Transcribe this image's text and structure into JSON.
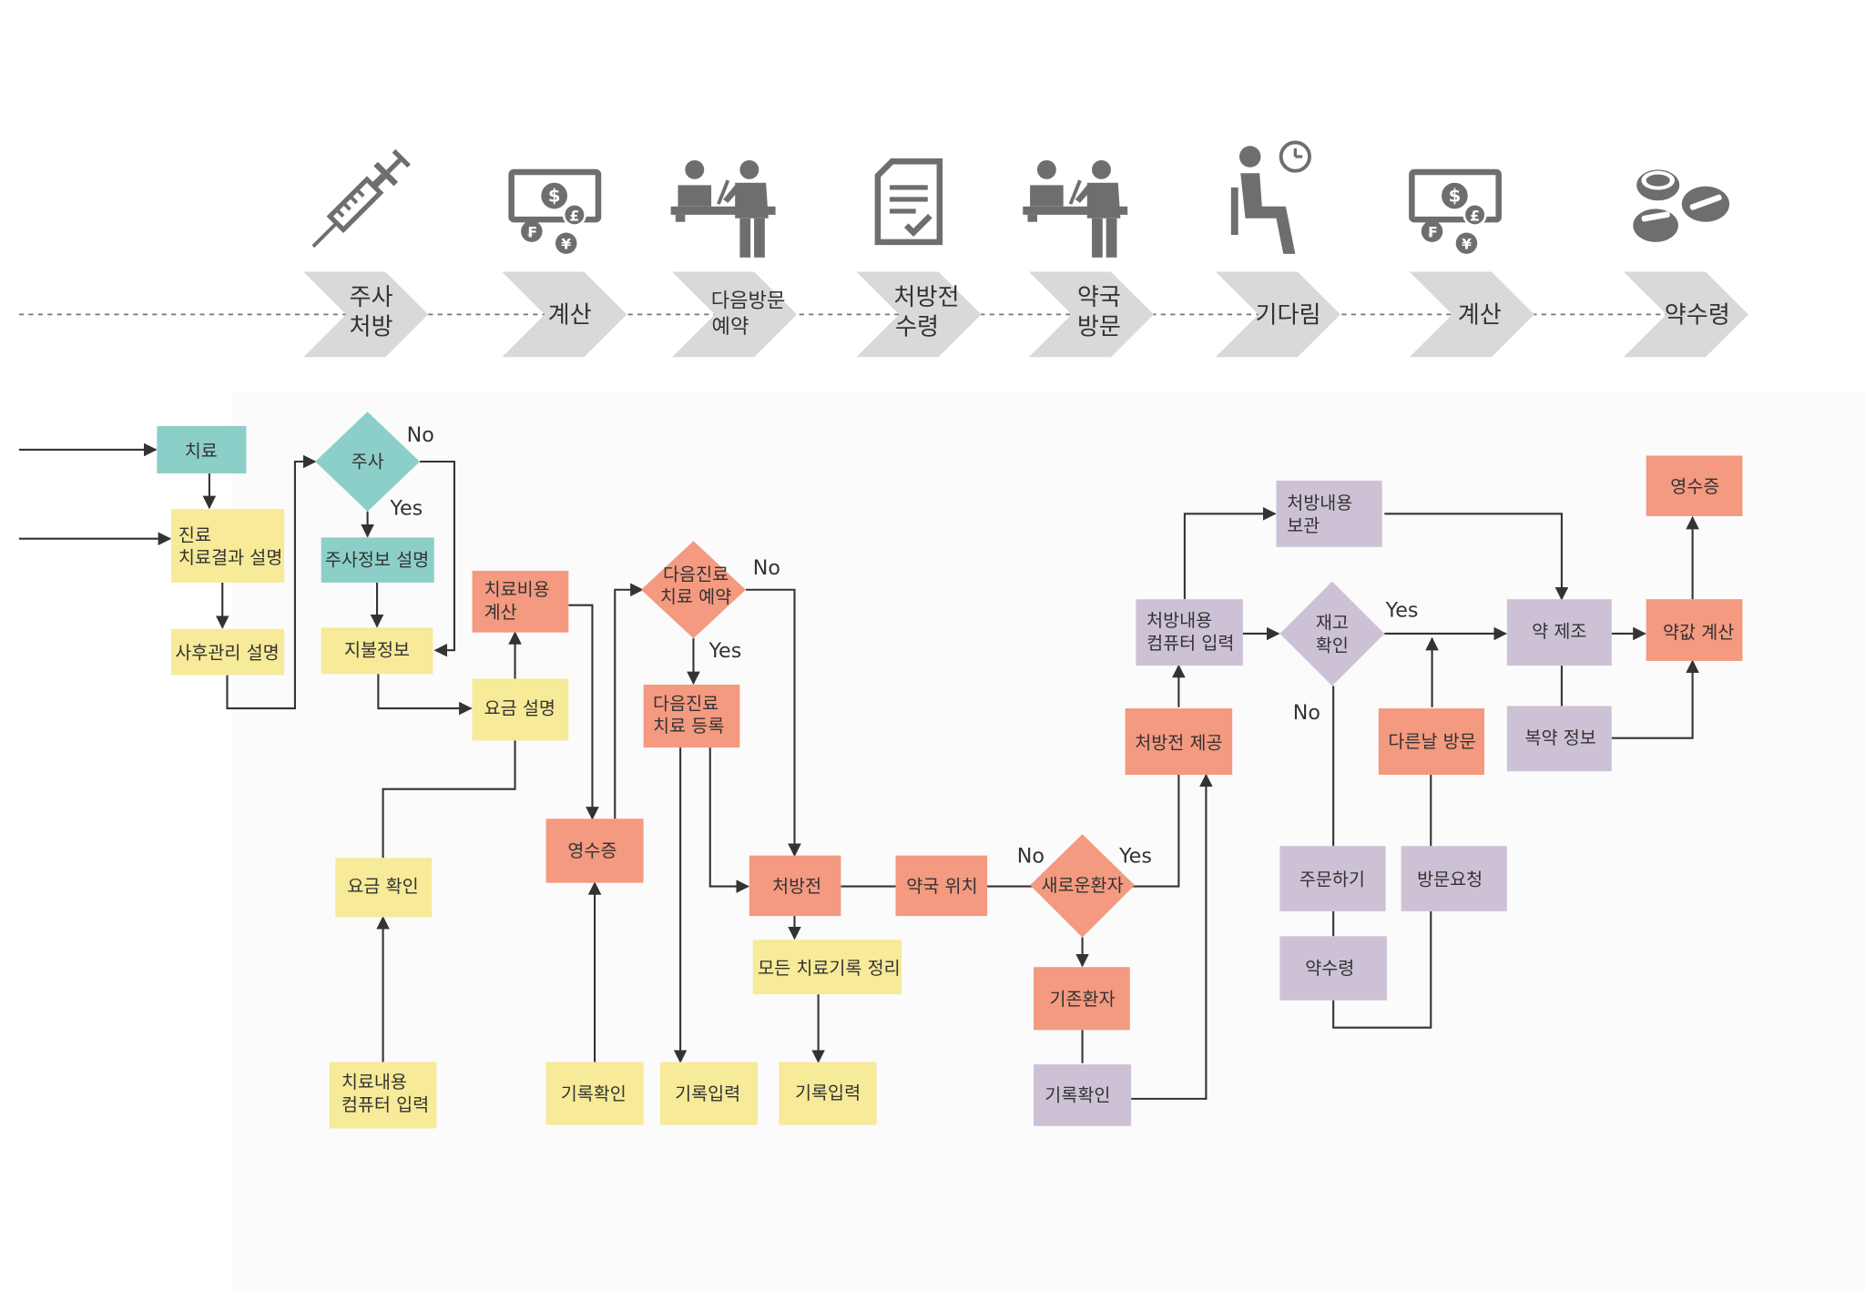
{
  "colors": {
    "teal": "#8ccfc9",
    "yellow": "#f7ea98",
    "salmon": "#f39a80",
    "lavender": "#cdc2d5",
    "chevron": "#d9d9d9",
    "icon": "#6e6e6e",
    "line": "#333333"
  },
  "stages": [
    {
      "icon": "syringe-icon",
      "line1": "주사",
      "line2": "처방"
    },
    {
      "icon": "money-icon",
      "line1": "계산",
      "line2": ""
    },
    {
      "icon": "consultation-icon",
      "line1": "다음방문",
      "line2": "예약"
    },
    {
      "icon": "prescription-icon",
      "line1": "처방전",
      "line2": "수령"
    },
    {
      "icon": "consultation-icon",
      "line1": "약국",
      "line2": "방문"
    },
    {
      "icon": "waiting-icon",
      "line1": "기다림",
      "line2": ""
    },
    {
      "icon": "money-icon",
      "line1": "계산",
      "line2": ""
    },
    {
      "icon": "pills-icon",
      "line1": "약수령",
      "line2": ""
    }
  ],
  "nodes": {
    "treatment": "치료",
    "explain_1": "진료",
    "explain_2": "치료결과 설명",
    "aftercare": "사후관리 설명",
    "injection": "주사",
    "injection_info": "주사정보 설명",
    "payment_info": "지불정보",
    "cost_calc_1": "치료비용",
    "cost_calc_2": "계산",
    "fee_explain": "요금 설명",
    "fee_confirm": "요금 확인",
    "treatment_input_1": "치료내용",
    "treatment_input_2": "컴퓨터 입력",
    "receipt_1": "영수증",
    "record_check_1": "기록확인",
    "next_reserve_1": "다음진료",
    "next_reserve_2": "치료 예약",
    "next_register_1": "다음진료",
    "next_register_2": "치료 등록",
    "record_input_1": "기록입력",
    "prescription": "처방전",
    "organize_records": "모든 치료기록 정리",
    "record_input_2": "기록입력",
    "pharmacy_location": "약국 위치",
    "new_patient": "새로운환자",
    "existing_patient": "기존환자",
    "record_check_2": "기록확인",
    "provide_prescription": "처방전 제공",
    "rx_input_1": "처방내용",
    "rx_input_2": "컴퓨터 입력",
    "rx_store_1": "처방내용",
    "rx_store_2": "보관",
    "stock_check_1": "재고",
    "stock_check_2": "확인",
    "next_day_visit": "다른날 방문",
    "order": "주문하기",
    "visit_request": "방문요청",
    "receive_medicine": "약수령",
    "make_medicine": "약 제조",
    "dosage_info": "복약 정보",
    "price_calc": "약값 계산",
    "receipt_2": "영수증"
  },
  "labels": {
    "yes": "Yes",
    "no": "No"
  }
}
